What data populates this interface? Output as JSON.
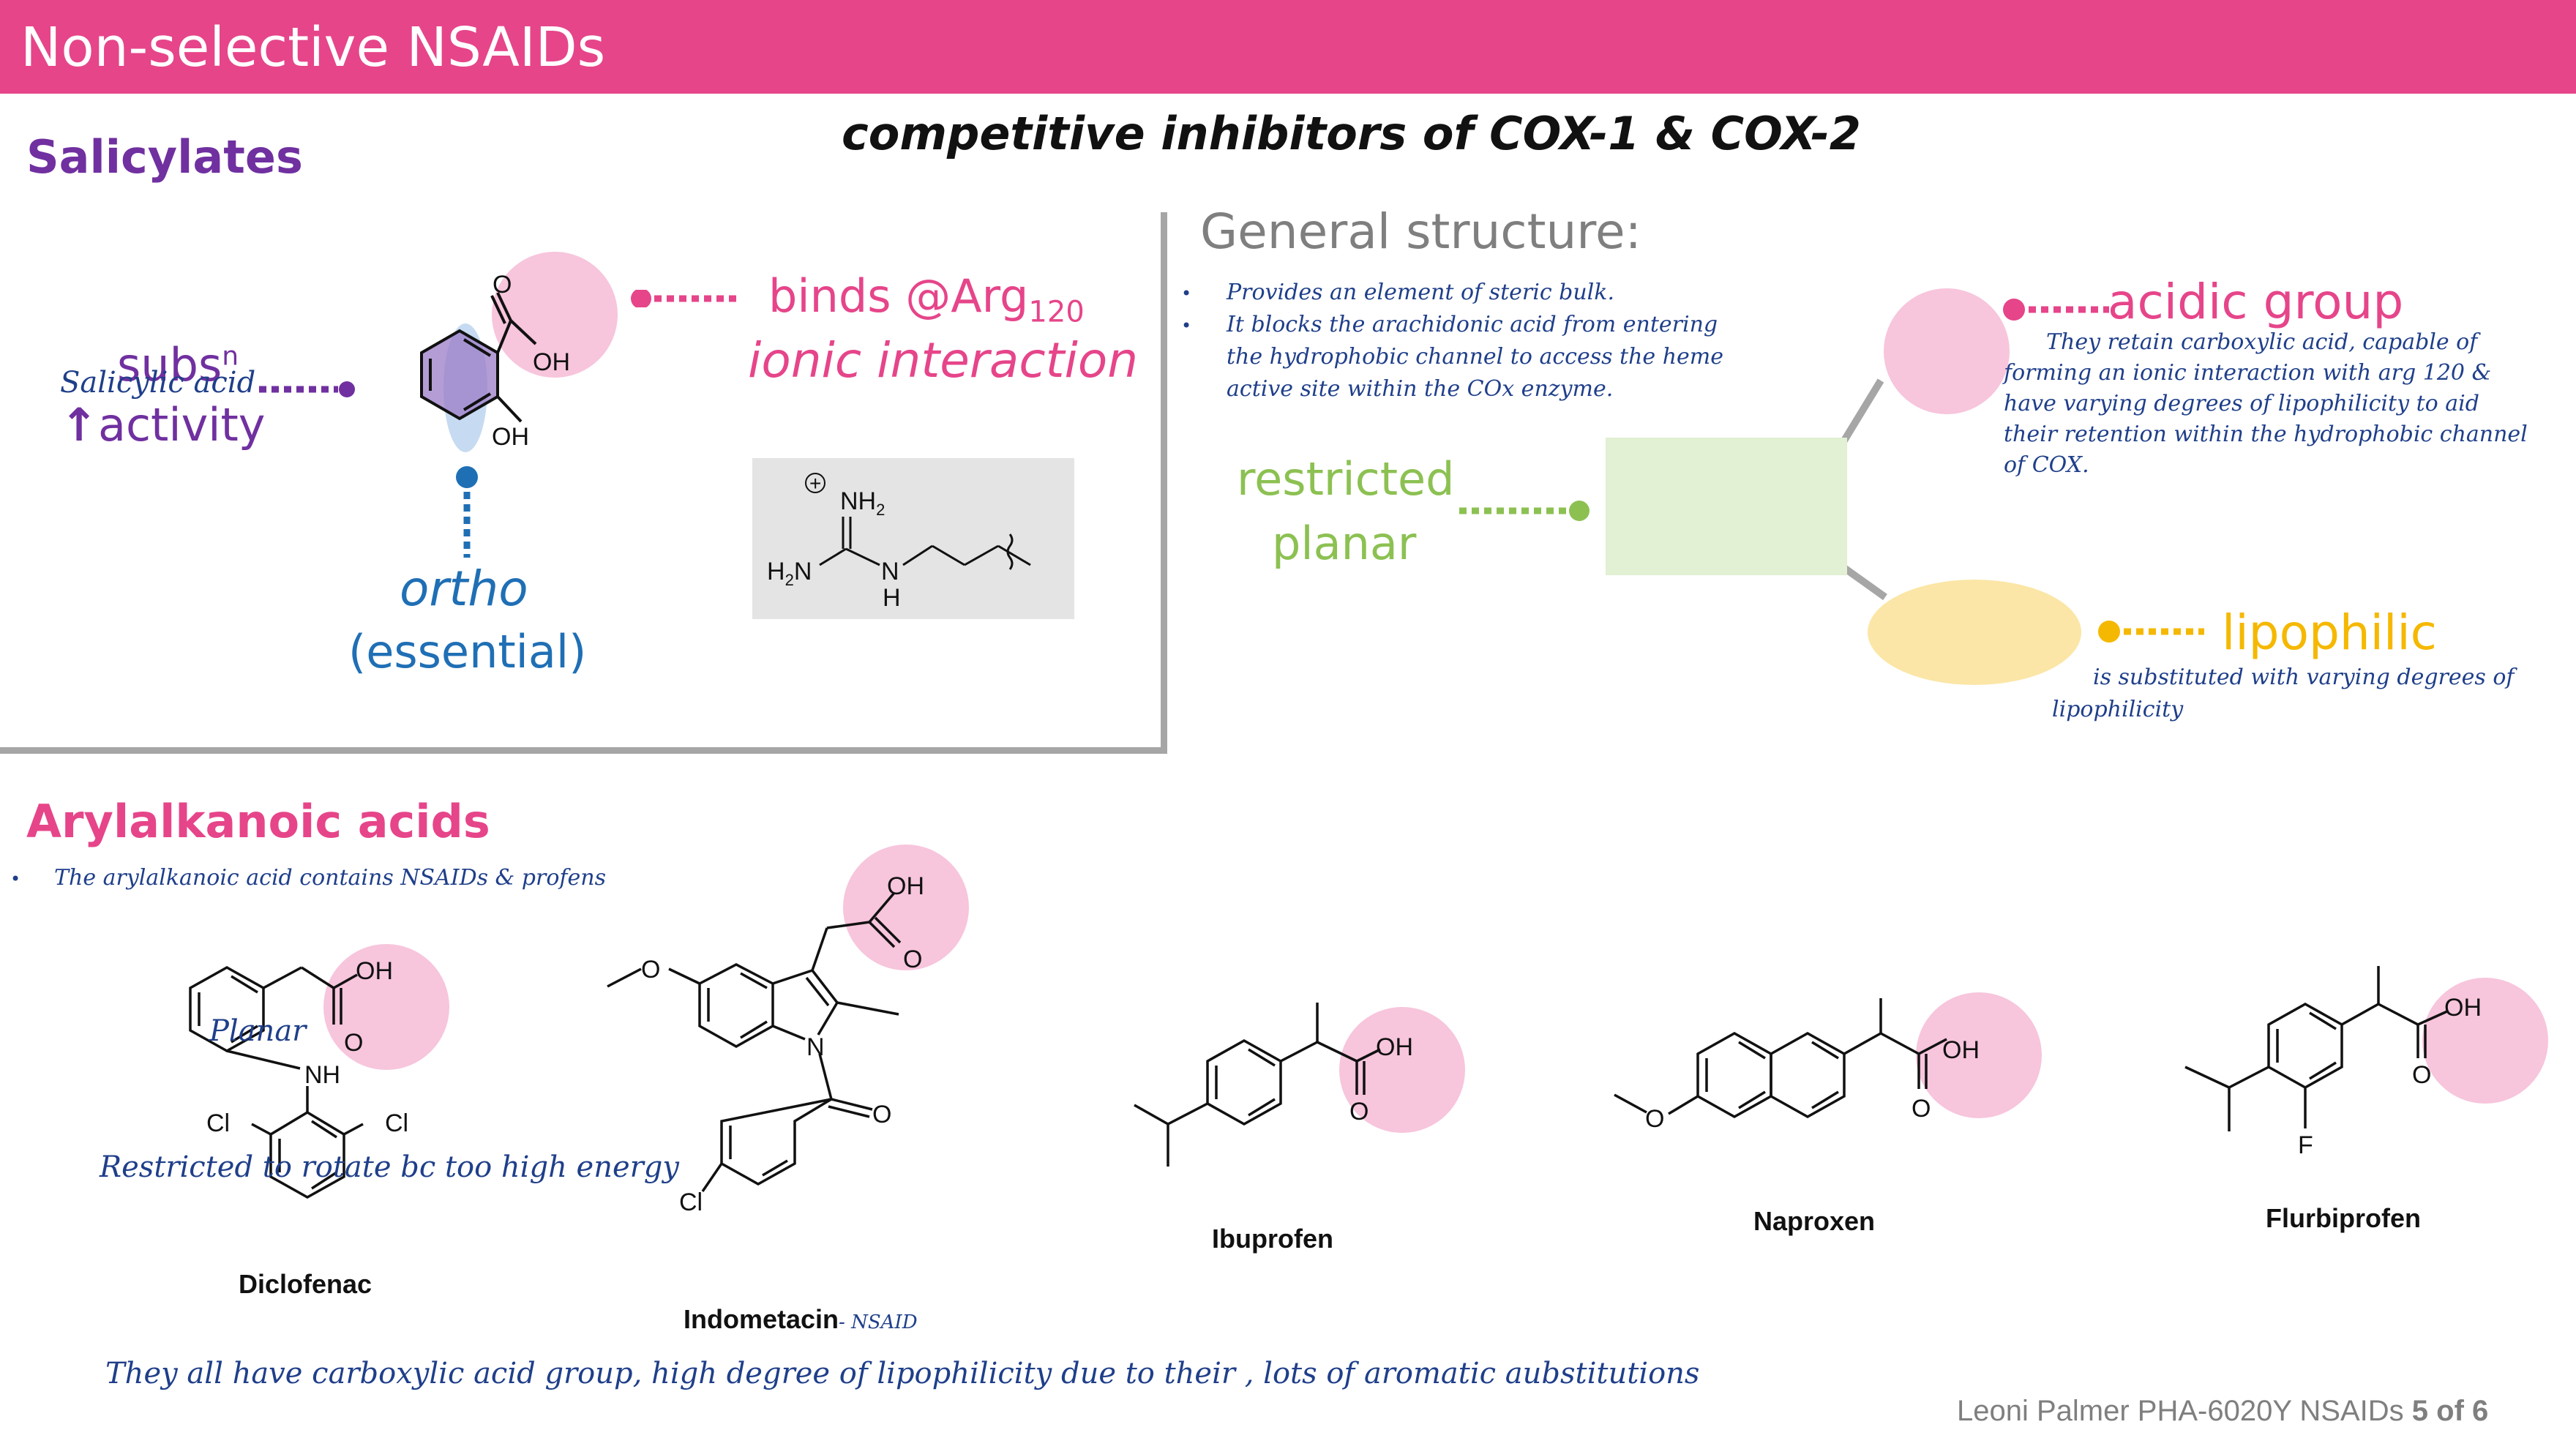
{
  "title": "Non-selective NSAIDs",
  "subtitle": "competitive inhibitors of COX-1 & COX-2",
  "salicylates": {
    "heading": "Salicylates",
    "subs_label": "subs",
    "subs_sup": "n",
    "overlay_note": "Salicylic acid",
    "activity_arrow": "↑",
    "activity_label": "activity",
    "binds_label": "binds @Arg",
    "binds_sub": "120",
    "ionic_label": "ionic interaction",
    "ortho_label": "ortho",
    "essential_label": "(essential)",
    "atom_O": "O",
    "atom_OH1": "OH",
    "atom_OH2": "OH",
    "arg": {
      "plus": "+",
      "nh2": "NH",
      "nh2_sub": "2",
      "h2n_h": "H",
      "h2n_sub": "2",
      "h2n_n": "N",
      "nh_n": "N",
      "nh_h": "H"
    }
  },
  "general": {
    "heading": "General structure:",
    "bullets": [
      "Provides an element of steric bulk.",
      "It blocks the arachidonic acid from entering",
      "the hydrophobic  channel to access the heme",
      "active site within the COx enzyme."
    ],
    "bullet_symbol": "•",
    "restricted_line1": "restricted",
    "restricted_line2": "planar",
    "acidic_label": "acidic group",
    "acidic_notes": [
      "They retain carboxylic acid, capable of",
      "forming an ionic interaction with arg 120 &",
      "have varying degrees of lipophilicity to aid",
      "their retention within the hydrophobic channel",
      "of COX."
    ],
    "lipophilic_label": "lipophilic",
    "lipophilic_notes": [
      "is substituted with varying degrees of",
      "lipophilicity"
    ]
  },
  "arylalkanoic": {
    "heading": "Arylalkanoic acids",
    "bullet_symbol": "•",
    "bullet": "The arylalkanoic acid contains NSAIDs & profens",
    "diclofenac": {
      "name": "Diclofenac",
      "oh": "OH",
      "o": "O",
      "nh": "NH",
      "cl1": "Cl",
      "cl2": "Cl",
      "note1": "Planar",
      "note2": "Restricted to rotate bc too high energy"
    },
    "indometacin": {
      "name": "Indometacin",
      "tag": "- NSAID",
      "oh": "OH",
      "o1": "O",
      "o2": "O",
      "n": "N",
      "o3": "O",
      "cl": "Cl"
    },
    "ibuprofen": {
      "name": "Ibuprofen",
      "oh": "OH",
      "o": "O"
    },
    "naproxen": {
      "name": "Naproxen",
      "oh": "OH",
      "o1": "O",
      "o2": "O"
    },
    "flurbiprofen": {
      "name": "Flurbiprofen",
      "oh": "OH",
      "o": "O",
      "f": "F"
    },
    "summary": "They all have carboxylic acid group, high degree of lipophilicity due to their ,  lots of aromatic aubstitutions"
  },
  "footer": {
    "text": "Leoni Palmer PHA-6020Y  NSAIDs ",
    "page": "5 of 6"
  },
  "colors": {
    "pink": "#e6458a",
    "purple": "#7030a0",
    "blue": "#1f6fb5",
    "green": "#8cc152",
    "orange": "#f5b800",
    "navy": "#1f3f8a",
    "circle_pink": "#f7c5dc",
    "box_green": "#e2f0d3",
    "ellipse_yellow": "#fbe6a7"
  }
}
